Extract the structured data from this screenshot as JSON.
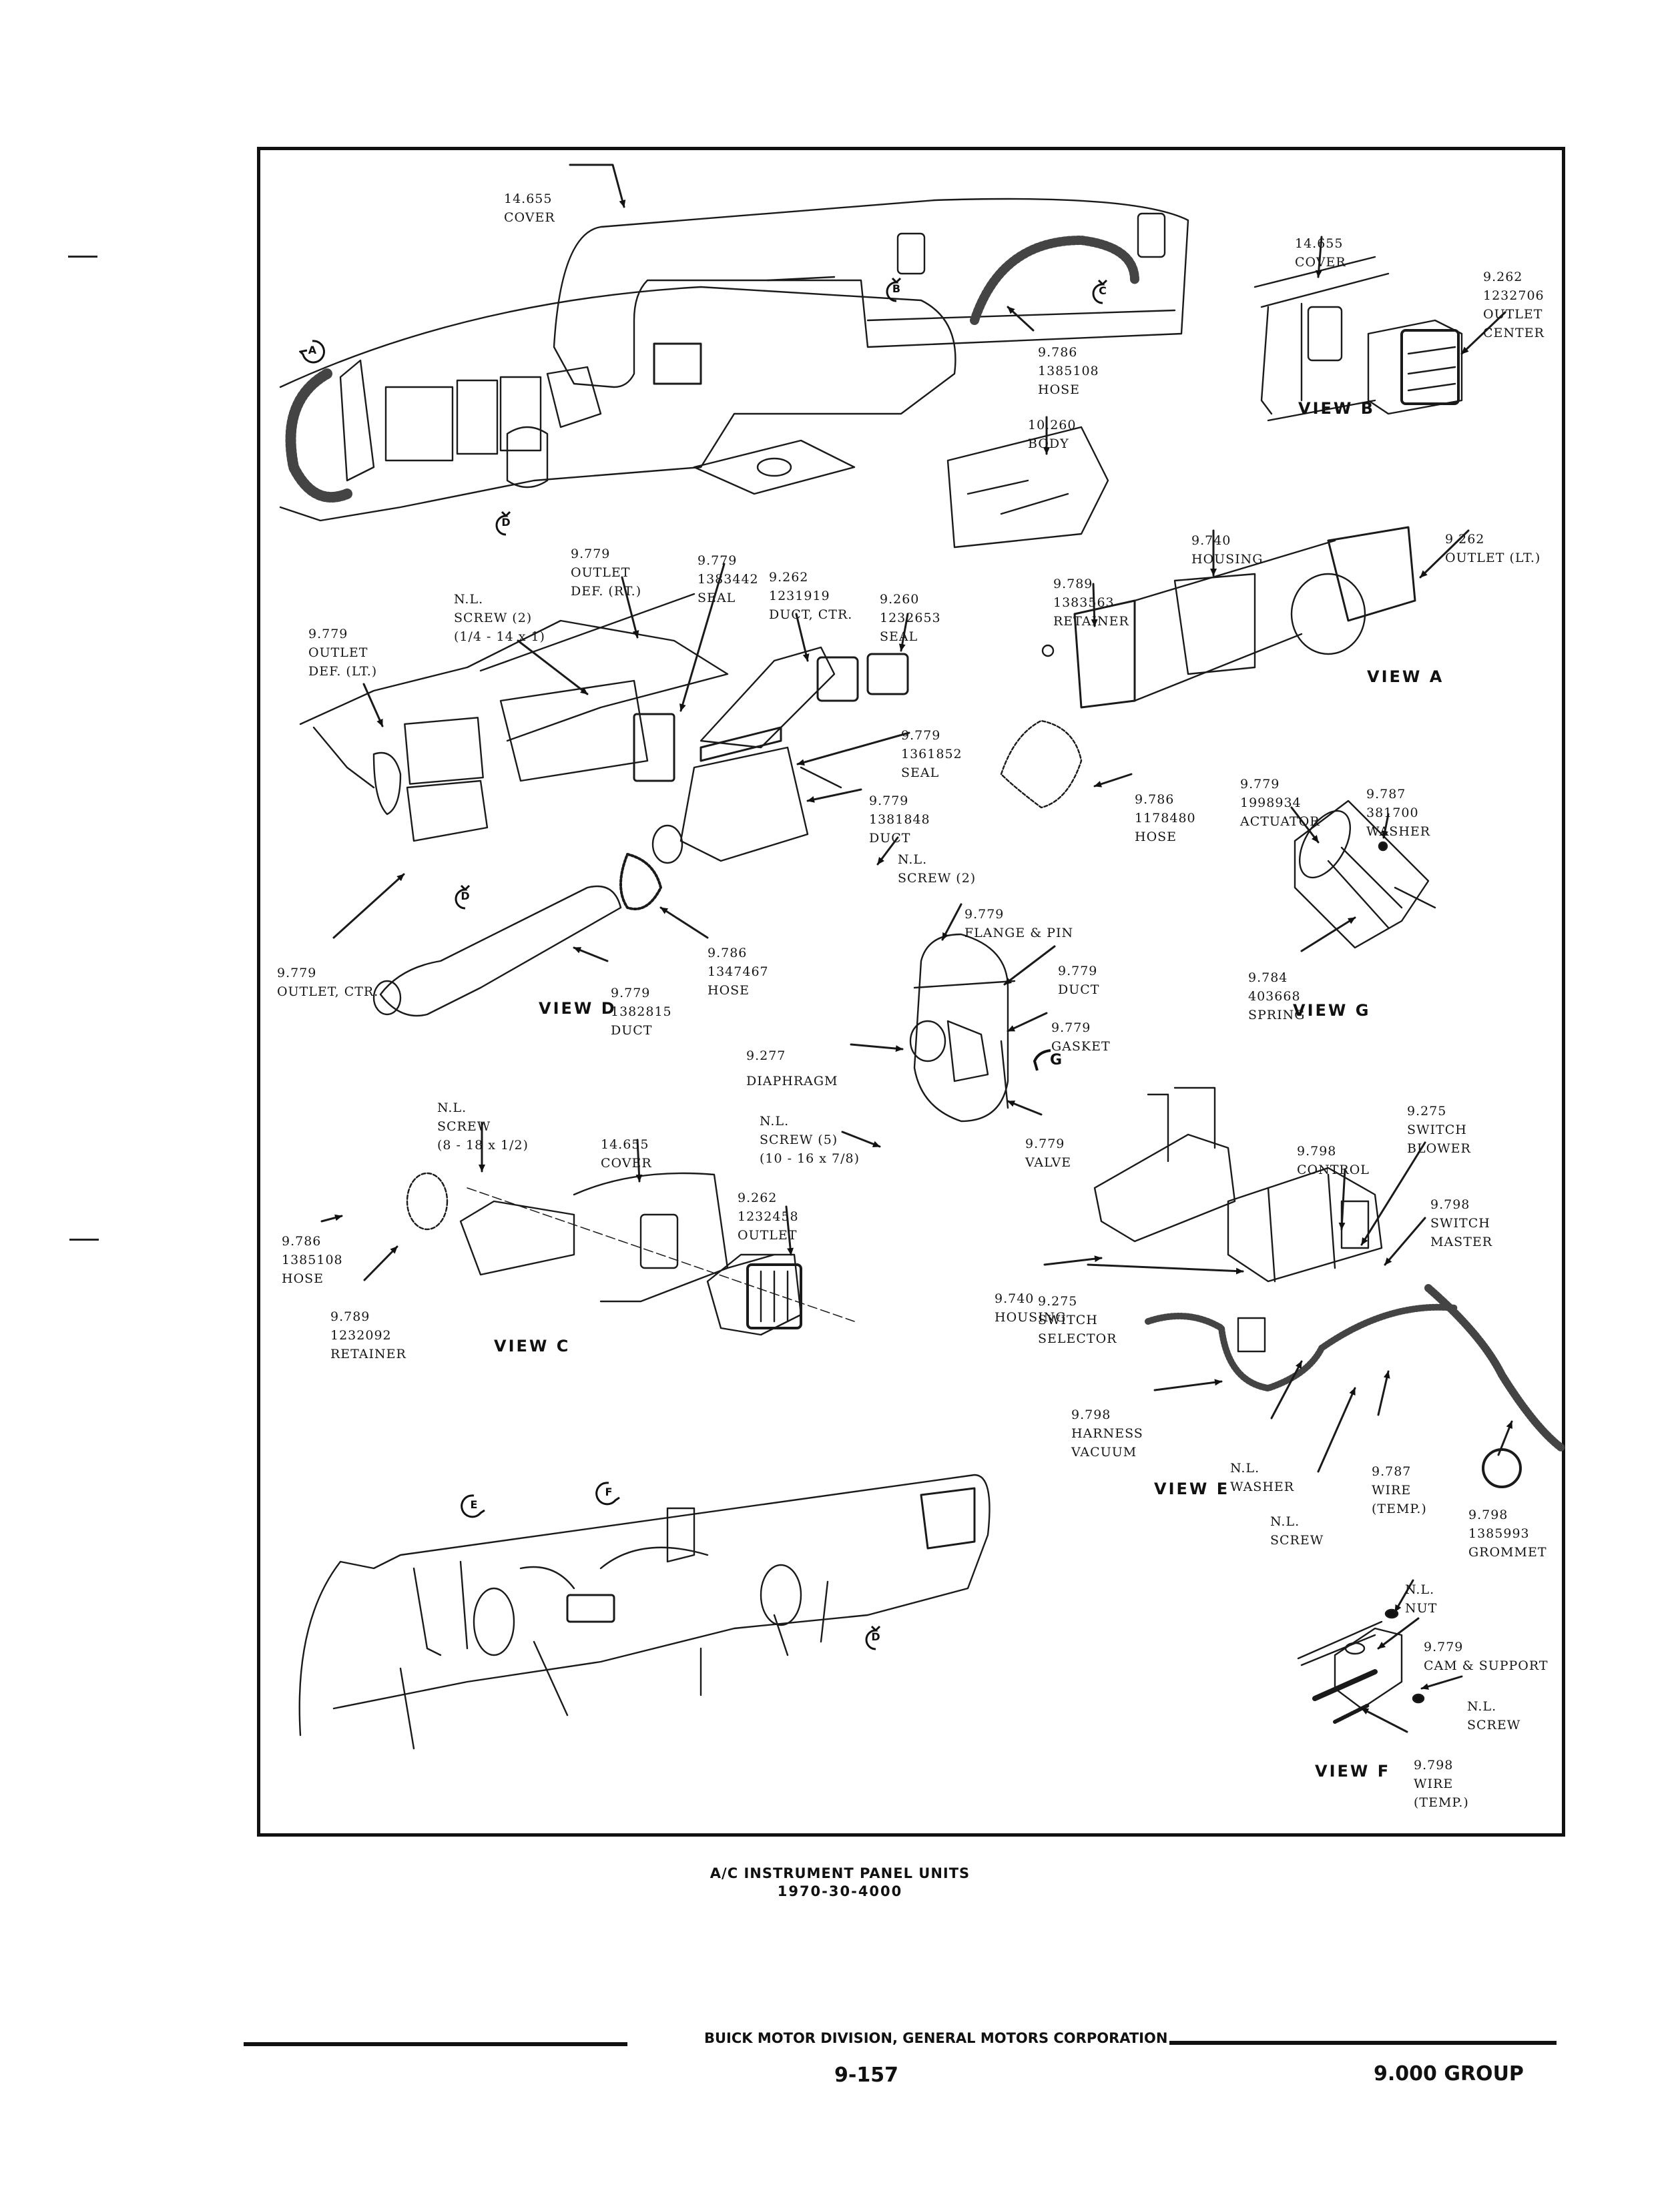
{
  "figure": {
    "caption_title": "A/C INSTRUMENT PANEL UNITS",
    "caption_code": "1970-30-4000"
  },
  "footer": {
    "publisher": "BUICK MOTOR DIVISION, GENERAL MOTORS CORPORATION",
    "page_number": "9-157",
    "group": "9.000 GROUP"
  },
  "views": {
    "A": "VIEW A",
    "B": "VIEW B",
    "C": "VIEW C",
    "D": "VIEW D",
    "E": "VIEW E",
    "F": "VIEW F",
    "G": "VIEW G"
  },
  "view_markers": [
    "A",
    "B",
    "C",
    "D",
    "D",
    "E",
    "F",
    "G",
    "D"
  ],
  "callouts": {
    "main_cover": [
      "14.655",
      "COVER"
    ],
    "main_hose": [
      "9.786",
      "1385108",
      "HOSE"
    ],
    "main_body": [
      "10.260",
      "BODY"
    ],
    "b_cover": [
      "14.655",
      "COVER"
    ],
    "b_outlet_center": [
      "9.262",
      "1232706",
      "OUTLET",
      "CENTER"
    ],
    "a_housing": [
      "9.740",
      "HOUSING"
    ],
    "a_outlet_lt": [
      "9.262",
      "OUTLET (LT.)"
    ],
    "a_retainer": [
      "9.789",
      "1383563",
      "RETAINER"
    ],
    "a_hose": [
      "9.786",
      "1178480",
      "HOSE"
    ],
    "g_actuator": [
      "9.779",
      "1998934",
      "ACTUATOR"
    ],
    "g_washer": [
      "9.787",
      "381700",
      "WASHER"
    ],
    "g_spring": [
      "9.784",
      "403668",
      "SPRING"
    ],
    "d_outlet_def_rt": [
      "9.779",
      "OUTLET",
      "DEF. (RT.)"
    ],
    "d_seal_1383442": [
      "9.779",
      "1383442",
      "SEAL"
    ],
    "d_duct_ctr": [
      "9.262",
      "1231919",
      "DUCT, CTR."
    ],
    "d_seal_1232653": [
      "9.260",
      "1232653",
      "SEAL"
    ],
    "d_screw_2": [
      "N.L.",
      "SCREW (2)",
      "(1/4 - 14 x 1)"
    ],
    "d_outlet_def_lt": [
      "9.779",
      "OUTLET",
      "DEF. (LT.)"
    ],
    "d_seal_1361852": [
      "9.779",
      "1361852",
      "SEAL"
    ],
    "d_duct_1381848": [
      "9.779",
      "1381848",
      "DUCT"
    ],
    "d_screw_nl_2": [
      "N.L.",
      "SCREW (2)"
    ],
    "d_outlet_ctr": [
      "9.779",
      "OUTLET, CTR."
    ],
    "d_hose_1347467": [
      "9.786",
      "1347467",
      "HOSE"
    ],
    "d_duct_1382815": [
      "9.779",
      "1382815",
      "DUCT"
    ],
    "g2_flange_pin": [
      "9.779",
      "FLANGE & PIN"
    ],
    "g2_duct": [
      "9.779",
      "DUCT"
    ],
    "g2_gasket": [
      "9.779",
      "GASKET"
    ],
    "g2_diaphragm": [
      "9.277",
      "DIAPHRAGM"
    ],
    "g2_screw_5": [
      "N.L.",
      "SCREW (5)",
      "(10 - 16 x 7/8)"
    ],
    "g2_valve": [
      "9.779",
      "VALVE"
    ],
    "c_screw": [
      "N.L.",
      "SCREW",
      "(8 - 18 x 1/2)"
    ],
    "c_cover": [
      "14.655",
      "COVER"
    ],
    "c_outlet": [
      "9.262",
      "1232458",
      "OUTLET"
    ],
    "c_hose": [
      "9.786",
      "1385108",
      "HOSE"
    ],
    "c_retainer": [
      "9.789",
      "1232092",
      "RETAINER"
    ],
    "e_switch_blower": [
      "9.275",
      "SWITCH",
      "BLOWER"
    ],
    "e_control": [
      "9.798",
      "CONTROL"
    ],
    "e_switch_master": [
      "9.798",
      "SWITCH",
      "MASTER"
    ],
    "e_housing": [
      "9.740",
      "HOUSING"
    ],
    "e_switch_selector": [
      "9.275",
      "SWITCH",
      "SELECTOR"
    ],
    "e_harness_vacuum": [
      "9.798",
      "HARNESS",
      "VACUUM"
    ],
    "e_washer": [
      "N.L.",
      "WASHER"
    ],
    "e_wire_temp": [
      "9.787",
      "WIRE",
      "(TEMP.)"
    ],
    "e_screw": [
      "N.L.",
      "SCREW"
    ],
    "e_grommet": [
      "9.798",
      "1385993",
      "GROMMET"
    ],
    "f_nut": [
      "N.L.",
      "NUT"
    ],
    "f_cam_support": [
      "9.779",
      "CAM & SUPPORT"
    ],
    "f_screw": [
      "N.L.",
      "SCREW"
    ],
    "f_wire_temp": [
      "9.798",
      "WIRE",
      "(TEMP.)"
    ]
  }
}
